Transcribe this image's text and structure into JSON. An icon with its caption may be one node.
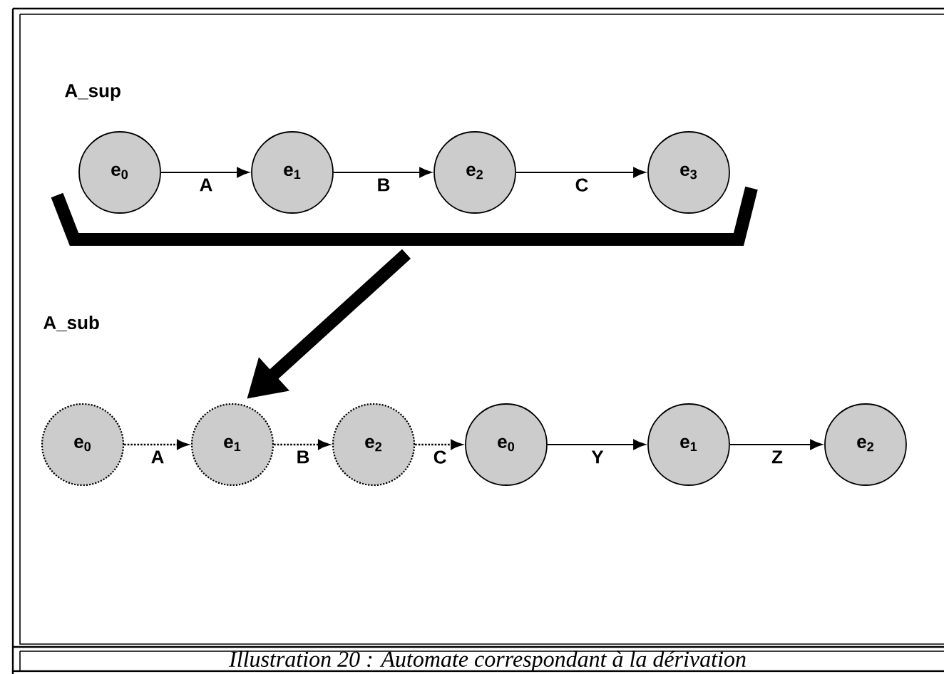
{
  "diagram": {
    "caption": "Illustration 20 : Automate correspondant à la dérivation",
    "nodes": [
      {
        "text": [
          "e$_{0}$"
        ]
      },
      {
        "text": [
          "e$_{1}$"
        ]
      },
      {
        "text": [
          "e$_{2}$"
        ]
      },
      {
        "text": [
          "e$_{3}$"
        ]
      },
      {
        "text": [],
        "shape": "bracket"
      },
      {
        "text": [
          "e$_{0}$"
        ]
      },
      {
        "text": [
          "e$_{1}$"
        ]
      },
      {
        "text": [
          "e$_{2}$"
        ]
      },
      {
        "text": [
          "e$_{0}$"
        ]
      },
      {
        "text": [
          "e$_{1}$"
        ]
      },
      {
        "text": [
          "e$_{2}$"
        ]
      }
    ],
    "edges": [
      {
        "from": 0,
        "to": 1,
        "arrow": "to",
        "label": "A"
      },
      {
        "from": 1,
        "to": 2,
        "arrow": "to",
        "label": "B"
      },
      {
        "from": 2,
        "to": 3,
        "arrow": "to",
        "label": "C"
      },
      {
        "from": 4,
        "to": 6,
        "arrow": "to",
        "style": "thick"
      },
      {
        "from": 5,
        "to": 6,
        "arrow": "to",
        "label": "A",
        "style": "dashed"
      },
      {
        "from": 6,
        "to": 7,
        "arrow": "to",
        "label": "B",
        "style": "dashed"
      },
      {
        "from": 7,
        "to": 8,
        "arrow": "to",
        "label": "C",
        "style": "dashed"
      },
      {
        "from": 8,
        "to": 9,
        "arrow": "to",
        "label": "Y"
      },
      {
        "from": 9,
        "to": 10,
        "arrow": "to",
        "label": "Z"
      }
    ],
    "labels": [
      "A_sup",
      "A_sub"
    ]
  }
}
